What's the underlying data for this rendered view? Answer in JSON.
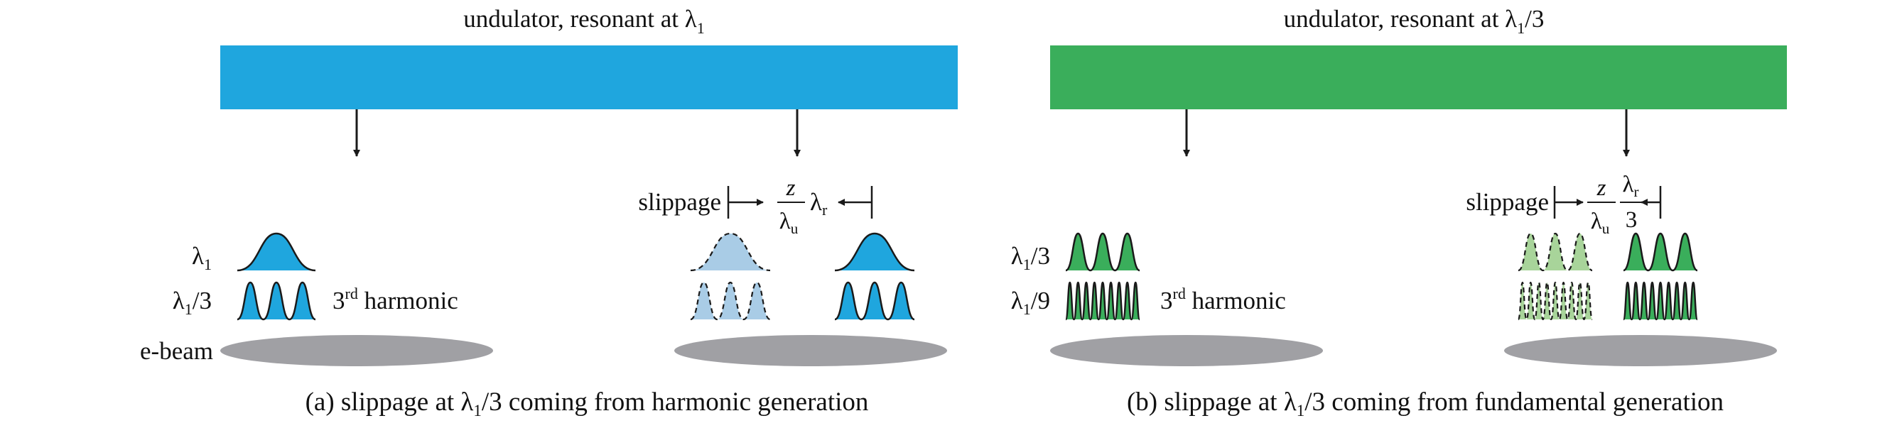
{
  "colors": {
    "blue": "#1fa6de",
    "blue_light": "#a9cce6",
    "green": "#3aae5b",
    "green_light": "#a8d49a",
    "ebeam": "#a0a0a4",
    "ink": "#1a1a1a"
  },
  "left": {
    "title": "undulator, resonant at λ",
    "title_sub": "1",
    "slippage_label": "slippage",
    "frac_num": "z",
    "frac_den": "λ",
    "frac_den_sub": "u",
    "lambda_r": "λ",
    "lambda_r_sub": "r",
    "row1_lambda": "λ",
    "row1_sub": "1",
    "row2_lambda": "λ",
    "row2_sub": "1",
    "row2_after": "/3",
    "harmonic_num": "3",
    "harmonic_sup": "rd",
    "harmonic_word": " harmonic",
    "ebeam_label": "e-beam",
    "caption_pre": "(a) slippage at λ",
    "caption_sub": "1",
    "caption_post": "/3 coming from harmonic generation"
  },
  "right": {
    "title": "undulator, resonant at λ",
    "title_sub": "1",
    "title_after": "/3",
    "slippage_label": "slippage",
    "frac_num": "z",
    "frac_den": "λ",
    "frac_den_sub": "u",
    "frac2_num": "λ",
    "frac2_num_sub": "r",
    "frac2_den": "3",
    "row1_lambda": "λ",
    "row1_sub": "1",
    "row1_after": "/3",
    "row2_lambda": "λ",
    "row2_sub": "1",
    "row2_after": "/9",
    "harmonic_num": "3",
    "harmonic_sup": "rd",
    "harmonic_word": " harmonic",
    "caption_pre": "(b) slippage at λ",
    "caption_sub": "1",
    "caption_post": "/3 coming from fundamental generation"
  }
}
